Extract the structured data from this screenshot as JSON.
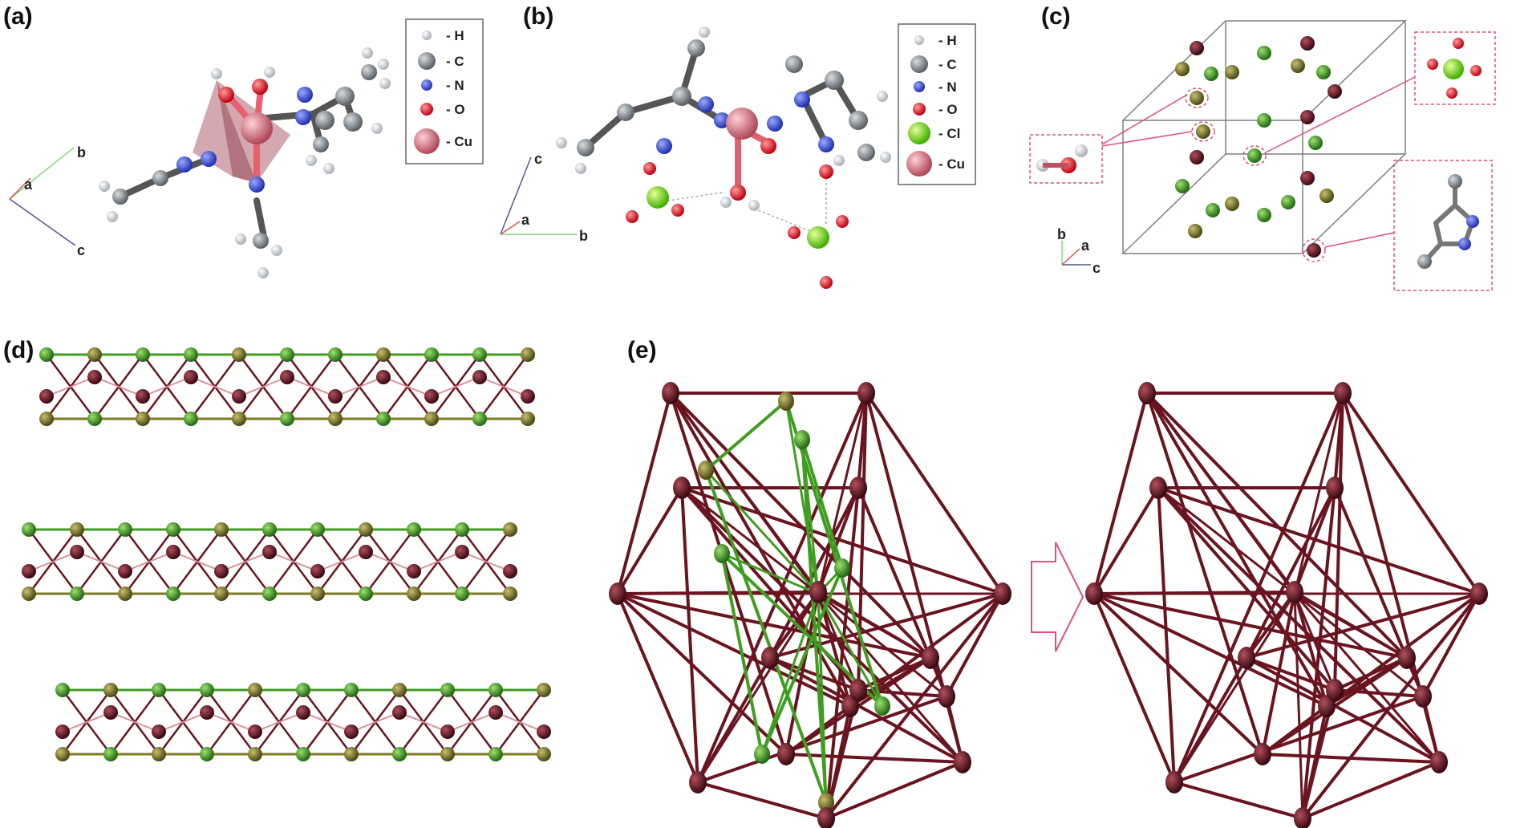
{
  "figure": {
    "panel_labels": [
      "(a)",
      "(b)",
      "(c)",
      "(d)",
      "(e)"
    ],
    "legend_a": [
      {
        "label": "- H",
        "color": "#d8dde2",
        "icon": "hydrogen-atom"
      },
      {
        "label": "- C",
        "color": "#8c939a",
        "icon": "carbon-atom"
      },
      {
        "label": "- N",
        "color": "#3b4fd8",
        "icon": "nitrogen-atom"
      },
      {
        "label": "- O",
        "color": "#e8202a",
        "icon": "oxygen-atom"
      },
      {
        "label": "- Cu",
        "color": "#d9707f",
        "icon": "copper-atom"
      }
    ],
    "legend_b": [
      {
        "label": "- H",
        "color": "#d8dde2",
        "icon": "hydrogen-atom"
      },
      {
        "label": "- C",
        "color": "#8c939a",
        "icon": "carbon-atom"
      },
      {
        "label": "- N",
        "color": "#3b4fd8",
        "icon": "nitrogen-atom"
      },
      {
        "label": "- O",
        "color": "#e8202a",
        "icon": "oxygen-atom"
      },
      {
        "label": "- Cl",
        "color": "#7ee000",
        "icon": "chlorine-atom"
      },
      {
        "label": "- Cu",
        "color": "#d9707f",
        "icon": "copper-atom"
      }
    ],
    "axes_a": {
      "a": "a",
      "b": "b",
      "c": "c"
    },
    "axes_b": {
      "a": "a",
      "b": "b",
      "c": "c"
    },
    "axes_c": {
      "a": "a",
      "b": "b",
      "c": "c"
    },
    "colors": {
      "maroon": "#6a1420",
      "green": "#3f9d20",
      "olive": "#7d7a22",
      "pink_callout": "#e0507a"
    }
  }
}
